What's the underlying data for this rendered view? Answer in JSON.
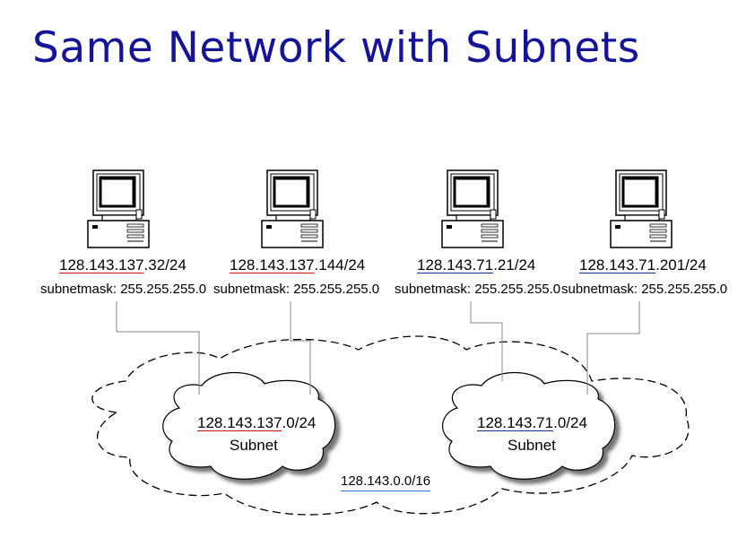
{
  "title": "Same Network with Subnets",
  "hosts": [
    {
      "prefix": "128.143.137",
      "suffix": ".32/24",
      "mask": "subnetmask: 255.255.255.0"
    },
    {
      "prefix": "128.143.137",
      "suffix": ".144/24",
      "mask": "subnetmask: 255.255.255.0"
    },
    {
      "prefix": "128.143.71",
      "suffix": ".21/24",
      "mask": "subnetmask: 255.255.255.0"
    },
    {
      "prefix": "128.143.71",
      "suffix": ".201/24",
      "mask": "subnetmask: 255.255.255.0"
    }
  ],
  "subnets": [
    {
      "prefix": "128.143.137",
      "suffix": ".0/24",
      "label": "Subnet"
    },
    {
      "prefix": "128.143.71",
      "suffix": ".0/24",
      "label": "Subnet"
    }
  ],
  "network": {
    "address": "128.143.0.0/16"
  },
  "colors": {
    "title": "#14149a",
    "underline_left": "#cc1111",
    "underline_right": "#1a2e9e",
    "network_underline": "#3a7fd0"
  }
}
